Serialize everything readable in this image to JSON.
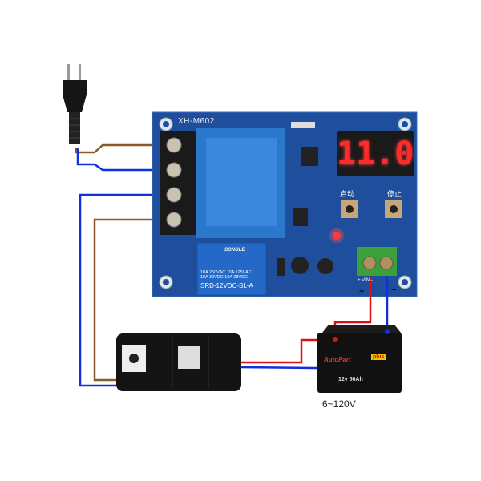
{
  "board": {
    "model": "XH-M602.",
    "display_value": "11.0",
    "start_label": "启动",
    "stop_label": "停止",
    "vin_label": "+ VIN -"
  },
  "relay": {
    "brand": "SONGLE",
    "spec_line1": "10A 250VAC  10A 125VAC",
    "spec_line2": "10A 30VDC  10A 28VDC",
    "model": "SRD-12VDC-SL-A"
  },
  "polarity": {
    "plus": "+",
    "minus": "−"
  },
  "battery": {
    "brand": "AutoPart",
    "brand2": "plus",
    "capacity": "12v 56Ah",
    "voltage_range": "6~120V"
  },
  "colors": {
    "board": "#1f4f9c",
    "wire_brown": "#8a5a2b",
    "wire_blue": "#1030e0",
    "wire_red": "#e01010",
    "display": "#ff2a2a",
    "transformer": "#2f7fd0",
    "terminal_green": "#3aa13a"
  }
}
